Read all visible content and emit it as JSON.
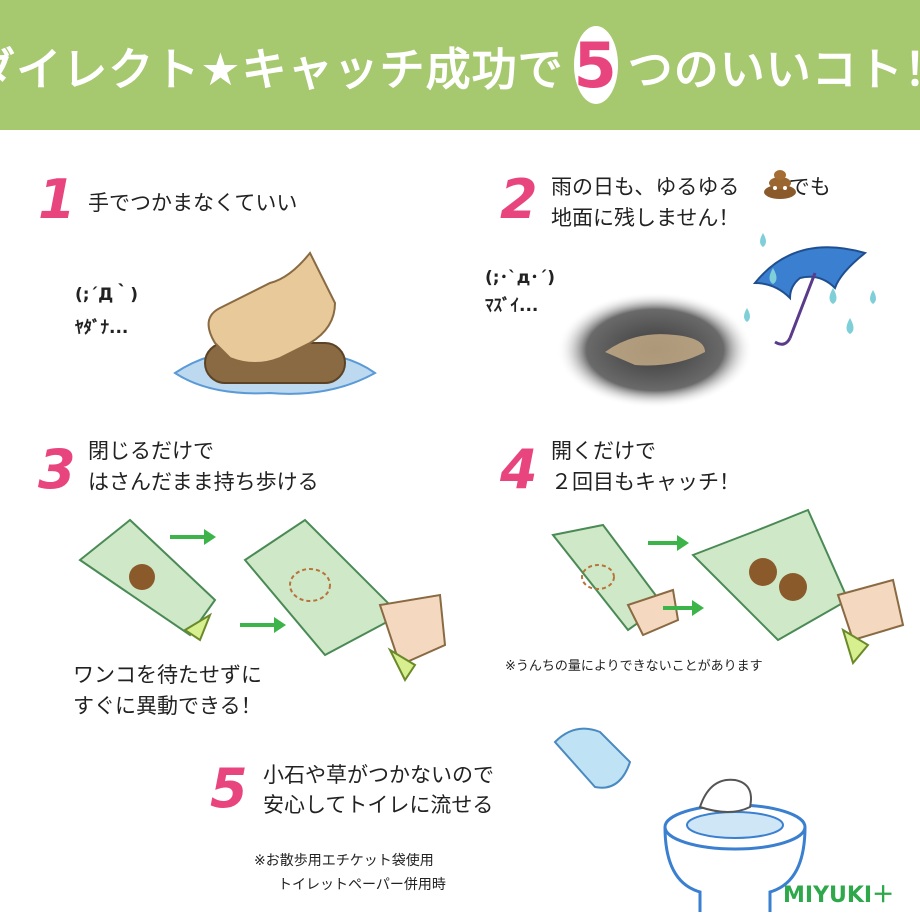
{
  "banner": {
    "text_before": "ダイレクト★キャッチ成功で",
    "number": "5",
    "text_after": "つのいいコト！"
  },
  "items": [
    {
      "num": "1",
      "text_line1": "手でつかまなくていい",
      "kaomoji_line1": "(;´Д｀)",
      "kaomoji_line2": "ﾔﾀﾞﾅ..."
    },
    {
      "num": "2",
      "text_line1": "雨の日も、ゆるゆる",
      "text_line1_after": "でも",
      "text_line2": "地面に残しません！",
      "kaomoji_line1": "(;･`д･´)",
      "kaomoji_line2": "ﾏｽﾞｲ..."
    },
    {
      "num": "3",
      "text_line1": "閉じるだけで",
      "text_line2": "はさんだまま持ち歩ける",
      "sub_line1": "ワンコを待たせずに",
      "sub_line2": "すぐに異動できる！"
    },
    {
      "num": "4",
      "text_line1": "開くだけで",
      "text_line2": "２回目もキャッチ！",
      "note": "※うんちの量によりできないことがあります"
    },
    {
      "num": "5",
      "text_line1": "小石や草がつかないので",
      "text_line2": "安心してトイレに流せる",
      "note_line1": "※お散歩用エチケット袋使用",
      "note_line2": "トイレットペーパー併用時"
    }
  ],
  "brand": "MIYUKI＋",
  "colors": {
    "banner": "#a6c86e",
    "accent": "#e8457e",
    "arrow": "#3cb44a",
    "brand": "#2ea84a",
    "bag": "#cfe8c8",
    "umbrella": "#3a7fd0"
  }
}
